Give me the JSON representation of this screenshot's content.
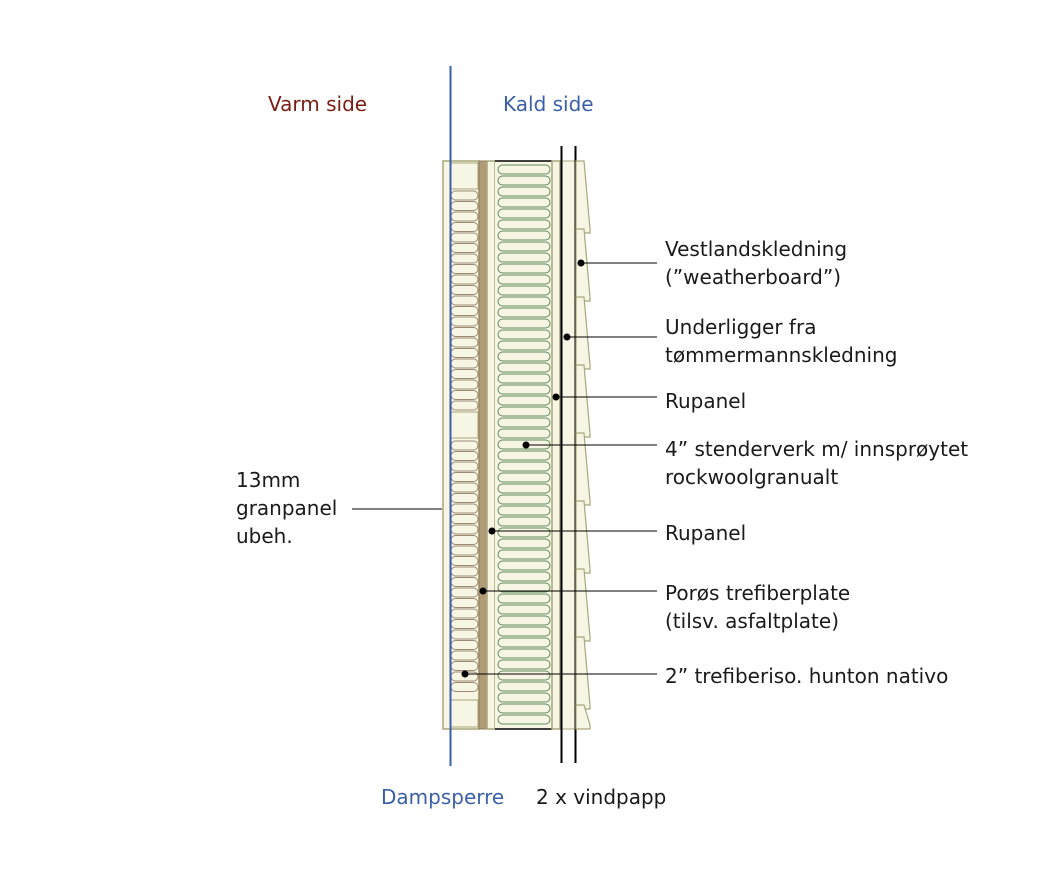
{
  "side_labels": {
    "warm": "Varm side",
    "cold": "Kald side"
  },
  "bottom_labels": {
    "vapor_barrier": "Dampsperre",
    "wind_paper": "2 x vindpapp"
  },
  "callouts": {
    "weatherboard": [
      "Vestlandskledning",
      "(”weatherboard”)"
    ],
    "underlay": [
      "Underligger fra",
      "tømmermannskledning"
    ],
    "rupanel_outer": [
      "Rupanel"
    ],
    "studwork": [
      "4” stenderverk m/ innsprøytet",
      "rockwoolgranualt"
    ],
    "rupanel_inner": [
      "Rupanel"
    ],
    "fiberboard": [
      "Porøs trefiberplate",
      "(tilsv. asfaltplate)"
    ],
    "insulation": [
      "2” trefiberiso. hunton nativo"
    ],
    "panel": [
      "13mm",
      "granpanel",
      "ubeh."
    ]
  },
  "colors": {
    "warm_text": "#7a1e12",
    "cold_text": "#3b5fa8",
    "board_fill": "#f7f5e4",
    "board_stroke": "#a9a77a",
    "fiberboard_fill": "#b09c78",
    "insulation_stroke": "#9c8a72",
    "rockwool_stroke": "#5f8a5a",
    "vapor_line": "#3b5fa8",
    "line": "#000000"
  }
}
